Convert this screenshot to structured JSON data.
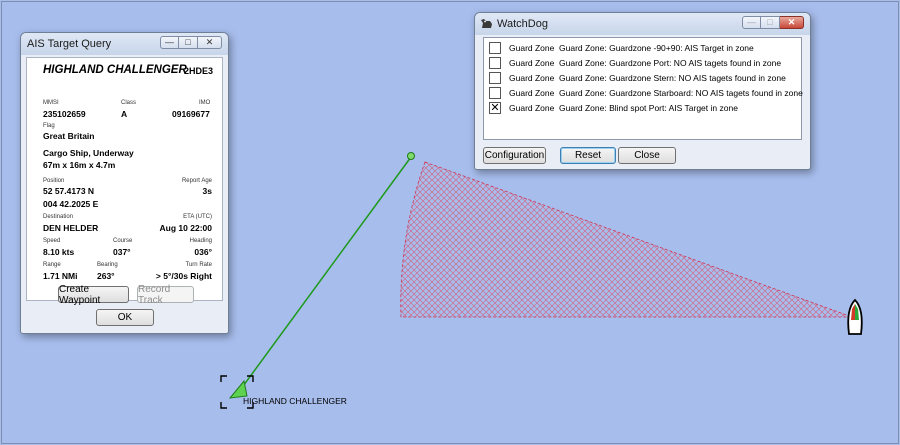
{
  "colors": {
    "sea": "#a7bdec",
    "cog_line": "#1e9a1e",
    "guard_zone": "#d9546e",
    "window_bg": "#e9eef6"
  },
  "chart": {
    "target_label": "HIGHLAND CHALLENGER"
  },
  "ais_query": {
    "title": "AIS Target Query",
    "name": "HIGHLAND CHALLENGER",
    "callsign": "2HDE3",
    "mmsi_label": "MMSI",
    "mmsi": "235102659",
    "class_label": "Class",
    "class": "A",
    "imo_label": "IMO",
    "imo": "09169677",
    "flag_label": "Flag",
    "flag": "Great Britain",
    "ship_type": "Cargo Ship, Underway",
    "dimensions": "67m x 16m x 4.7m",
    "position_label": "Position",
    "report_age_label": "Report Age",
    "lat": "52 57.4173 N",
    "report_age": "3s",
    "lon": "004 42.2025 E",
    "destination_label": "Destination",
    "eta_label": "ETA (UTC)",
    "destination": "DEN HELDER",
    "eta": "Aug 10 22:00",
    "speed_label": "Speed",
    "course_label": "Course",
    "heading_label": "Heading",
    "speed": "8.10 kts",
    "course": "037°",
    "heading": "036°",
    "range_label": "Range",
    "bearing_label": "Bearing",
    "turn_rate_label": "Turn Rate",
    "range": "1.71 NMi",
    "bearing": "263°",
    "turn_rate": "> 5°/30s Right",
    "create_waypoint": "Create Waypoint",
    "record_track": "Record Track",
    "ok": "OK"
  },
  "watchdog": {
    "title": "WatchDog",
    "rows": [
      {
        "checked": false,
        "type": "Guard Zone",
        "message": "Guard Zone: Guardzone -90+90: AIS Target in zone"
      },
      {
        "checked": false,
        "type": "Guard Zone",
        "message": "Guard Zone: Guardzone Port: NO AIS tagets found in zone"
      },
      {
        "checked": false,
        "type": "Guard Zone",
        "message": "Guard Zone: Guardzone Stern: NO AIS tagets found in zone"
      },
      {
        "checked": false,
        "type": "Guard Zone",
        "message": "Guard Zone: Guardzone Starboard: NO AIS tagets found in zone"
      },
      {
        "checked": true,
        "type": "Guard Zone",
        "message": "Guard Zone: Blind spot Port: AIS Target in zone"
      }
    ],
    "configuration": "Configuration",
    "reset": "Reset",
    "close": "Close"
  }
}
